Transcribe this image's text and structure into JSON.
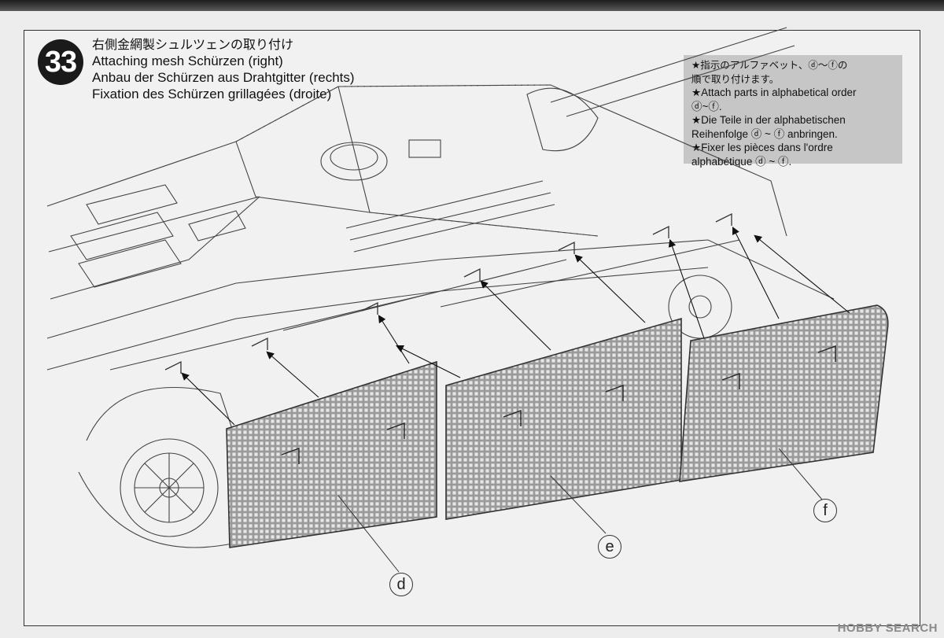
{
  "step": {
    "number": "33",
    "title_jp": "右側金網製シュルツェンの取り付け",
    "title_en": "Attaching mesh Schürzen (right)",
    "title_de": "Anbau der Schürzen aus Drahtgitter (rechts)",
    "title_fr": "Fixation des Schürzen grillagées (droite)"
  },
  "note": {
    "line_jp_1": "★指示のアルファベット、ⓓ〜ⓕの",
    "line_jp_2": "順で取り付けます。",
    "line_en_1": "★Attach parts in alphabetical order",
    "line_en_2": "ⓓ~ⓕ.",
    "line_de_1": "★Die Teile in der alphabetischen",
    "line_de_2": "Reihenfolge ⓓ ~ ⓕ anbringen.",
    "line_fr_1": "★Fixer les pièces dans l'ordre",
    "line_fr_2": "alphabétique ⓓ ~ ⓕ."
  },
  "parts": [
    {
      "label": "d"
    },
    {
      "label": "e"
    },
    {
      "label": "f"
    }
  ],
  "watermark": {
    "brand": "HOBBY SEARCH"
  }
}
